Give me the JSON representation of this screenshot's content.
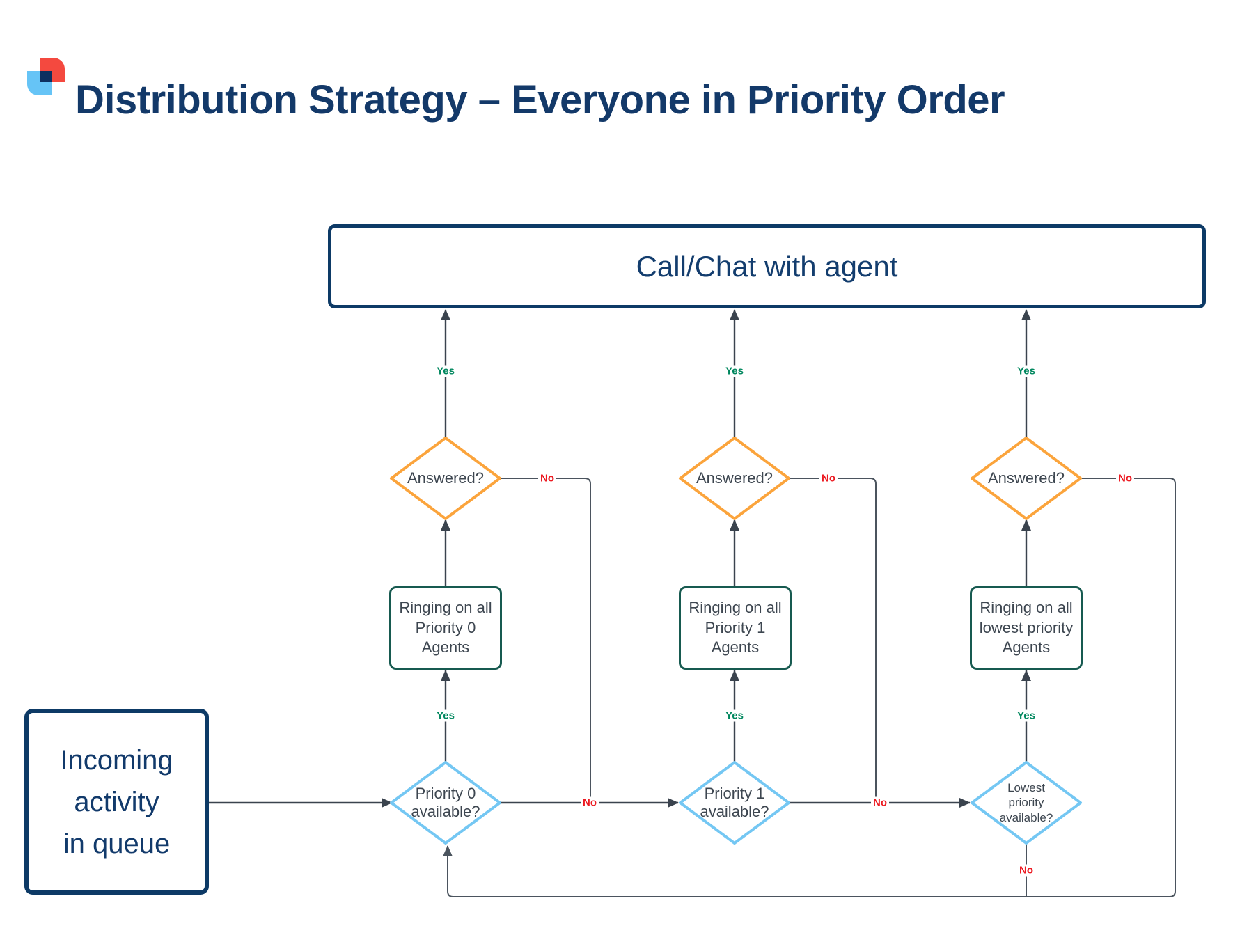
{
  "title": "Distribution Strategy – Everyone in Priority Order",
  "labels": {
    "yes": "Yes",
    "no": "No"
  },
  "nodes": {
    "call_chat": {
      "label": "Call/Chat with agent"
    },
    "incoming": {
      "line1": "Incoming",
      "line2": "activity",
      "line3": "in queue"
    },
    "col1": {
      "answered": "Answered?",
      "ringing": {
        "line1": "Ringing on all",
        "line2": "Priority 0",
        "line3": "Agents"
      },
      "available": {
        "line1": "Priority 0",
        "line2": "available?"
      }
    },
    "col2": {
      "answered": "Answered?",
      "ringing": {
        "line1": "Ringing on all",
        "line2": "Priority 1",
        "line3": "Agents"
      },
      "available": {
        "line1": "Priority 1",
        "line2": "available?"
      }
    },
    "col3": {
      "answered": "Answered?",
      "ringing": {
        "line1": "Ringing on all",
        "line2": "lowest priority",
        "line3": "Agents"
      },
      "available": {
        "line1": "Lowest",
        "line2": "priority",
        "line3": "available?"
      }
    }
  },
  "colors": {
    "title_navy": "#133969",
    "box_navy_border": "#0d3a66",
    "teal_border": "#175a50",
    "orange_diamond": "#fba43c",
    "blue_diamond": "#74c7f3",
    "yes_green": "#00875e",
    "no_red": "#ec1a21",
    "edge_main": "#3a434e",
    "edge_loop": "#4b545e",
    "logo_red": "#f4493f",
    "logo_blue": "#66c4f6",
    "logo_navy": "#0d3060"
  }
}
